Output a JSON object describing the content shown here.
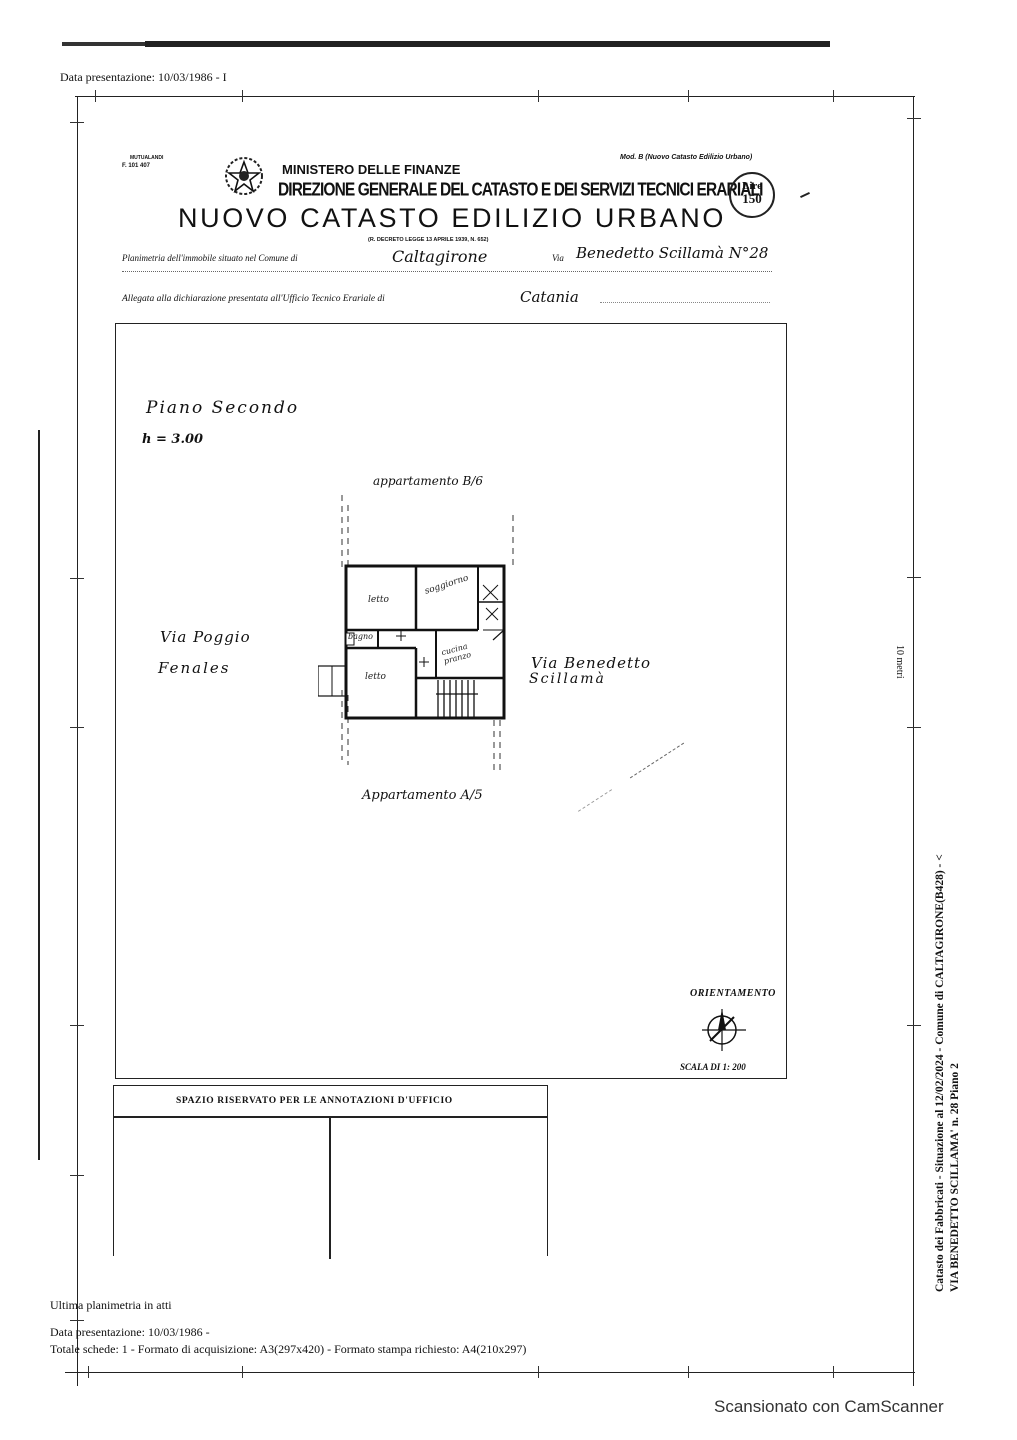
{
  "header_top": {
    "presentation_line": "Data presentazione: 10/03/1986 - I"
  },
  "form": {
    "top_left_small_1": "MUTUALANDI",
    "top_left_small_2": "F. 101 407",
    "ministry": "MINISTERO DELLE FINANZE",
    "direction": "DIREZIONE GENERALE DEL CATASTO E DEI SERVIZI TECNICI ERARIALI",
    "model": "Mod. B (Nuovo Catasto Edilizio Urbano)",
    "stamp_line1": "Lire",
    "stamp_line2": "150",
    "title": "NUOVO CATASTO EDILIZIO URBANO",
    "decree": "(R. DECRETO LEGGE 13 APRILE 1939, N. 652)",
    "planimetry_prefix": "Planimetria dell'immobile situato nel Comune di",
    "comune": "Caltagirone",
    "via_prefix": "Via",
    "via_value": "Benedetto Scillamà N°28",
    "attached_prefix": "Allegata alla dichiarazione presentata all'Ufficio Tecnico Erariale di",
    "ufficio": "Catania"
  },
  "plan": {
    "floor": "Piano Secondo",
    "height": "h = 3.00",
    "north_neighbor": "appartamento B/6",
    "south_neighbor": "Appartamento A/5",
    "west_street_1": "Via Poggio",
    "west_street_2": "Fenales",
    "east_street_1": "Via Benedetto",
    "east_street_2": "Scillamà",
    "rooms": {
      "letto_top": "letto",
      "soggiorno": "soggiorno",
      "bagno": "bagno",
      "cucina": "cucina pranzo",
      "letto_bottom": "letto"
    },
    "orientation_label": "ORIENTAMENTO",
    "scale": "SCALA DI 1: 200"
  },
  "office_box": {
    "title": "SPAZIO RISERVATO PER LE ANNOTAZIONI D'UFFICIO"
  },
  "side_text": {
    "ten_meters": "10 metri",
    "line1": "Catasto dei Fabbricati - Situazione al 12/02/2024 - Comune di CALTAGIRONE(B428) - <",
    "line2": "VIA BENEDETTO SCILLAMA' n. 28 Piano 2"
  },
  "footer": {
    "last": "Ultima planimetria in atti",
    "presentation": "Data presentazione: 10/03/1986 -",
    "totals": "Totale schede: 1 - Formato di acquisizione: A3(297x420)  - Formato stampa richiesto: A4(210x297)"
  },
  "scanner": "Scansionato con CamScanner"
}
